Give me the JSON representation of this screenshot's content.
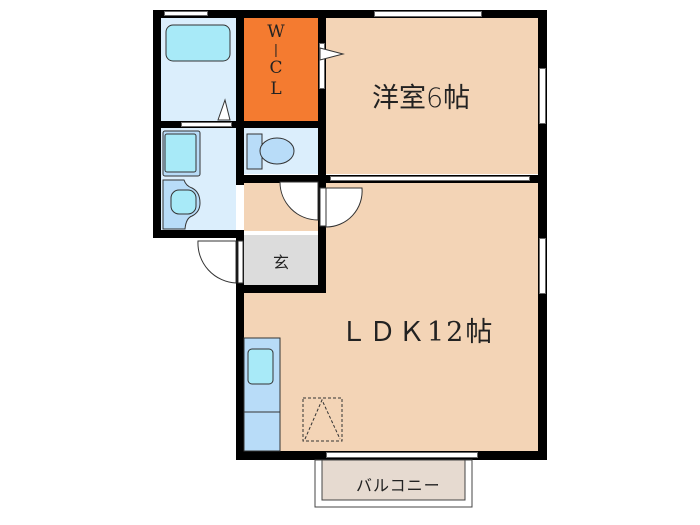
{
  "floorplan": {
    "rooms": {
      "western_room": {
        "label": "洋室6帖",
        "type": "洋室",
        "size_jo": 6
      },
      "ldk": {
        "label": "ＬＤＫ12帖",
        "type": "LDK",
        "size_jo": 12
      },
      "walk_in_closet": {
        "label_chars": [
          "W",
          "|",
          "C",
          "L"
        ],
        "label": "W|CL"
      },
      "entrance": {
        "label": "玄"
      },
      "balcony": {
        "label": "バルコニー"
      },
      "bath": {
        "label": ""
      },
      "washroom": {
        "label": ""
      },
      "toilet": {
        "label": ""
      },
      "hall": {
        "label": ""
      }
    },
    "colors": {
      "wall": "#000000",
      "room_floor": "#f3d4b6",
      "wet_area": "#dbeefc",
      "fixture": "#a8eaf8",
      "closet": "#f47b30",
      "entrance": "#dcdcdc",
      "balcony": "#e6dad0",
      "kitchen_counter": "#b8dcf8"
    }
  }
}
